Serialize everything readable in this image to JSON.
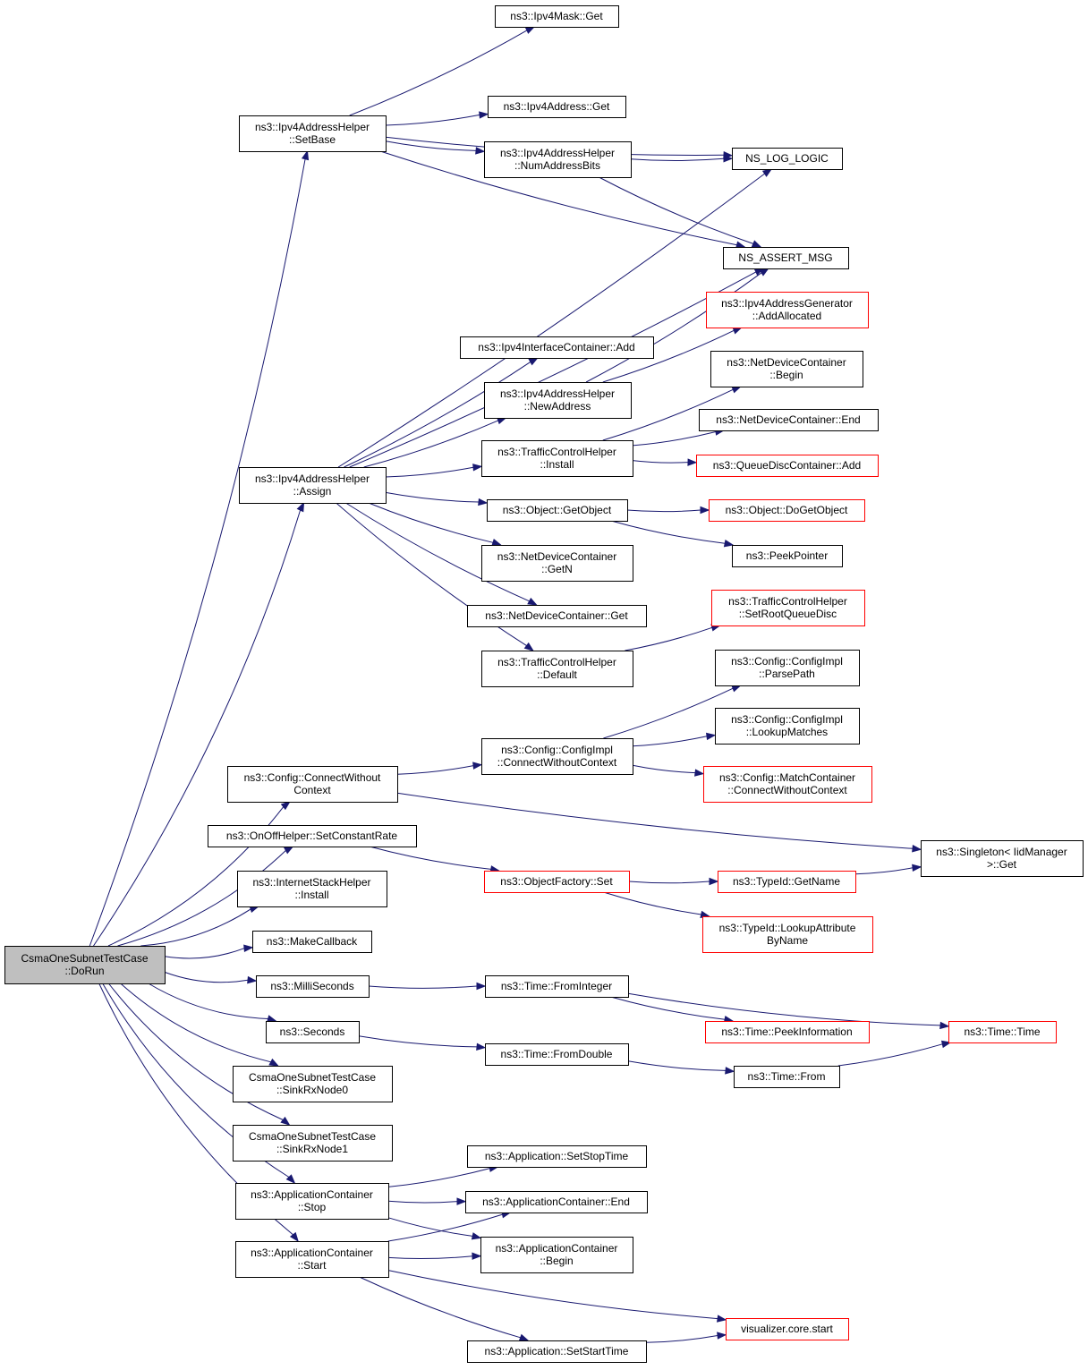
{
  "colors": {
    "edge": "#191970",
    "border": "#000000",
    "border_truncated": "#ff0000",
    "root_fill": "#bfbfbf"
  },
  "nodes": [
    {
      "id": "root",
      "lines": [
        "CsmaOneSubnetTestCase",
        "::DoRun"
      ],
      "style": "root"
    },
    {
      "id": "maskget",
      "lines": [
        "ns3::Ipv4Mask::Get"
      ]
    },
    {
      "id": "setbase",
      "lines": [
        "ns3::Ipv4AddressHelper",
        "::SetBase"
      ]
    },
    {
      "id": "addrget",
      "lines": [
        "ns3::Ipv4Address::Get"
      ]
    },
    {
      "id": "numbits",
      "lines": [
        "ns3::Ipv4AddressHelper",
        "::NumAddressBits"
      ]
    },
    {
      "id": "loglogic",
      "lines": [
        "NS_LOG_LOGIC"
      ]
    },
    {
      "id": "assertmsg",
      "lines": [
        "NS_ASSERT_MSG"
      ]
    },
    {
      "id": "addalloc",
      "lines": [
        "ns3::Ipv4AddressGenerator",
        "::AddAllocated"
      ],
      "style": "red"
    },
    {
      "id": "ifadd",
      "lines": [
        "ns3::Ipv4InterfaceContainer::Add"
      ]
    },
    {
      "id": "ndcbegin",
      "lines": [
        "ns3::NetDeviceContainer",
        "::Begin"
      ]
    },
    {
      "id": "newaddr",
      "lines": [
        "ns3::Ipv4AddressHelper",
        "::NewAddress"
      ]
    },
    {
      "id": "ndcend",
      "lines": [
        "ns3::NetDeviceContainer::End"
      ]
    },
    {
      "id": "tchinstall",
      "lines": [
        "ns3::TrafficControlHelper",
        "::Install"
      ]
    },
    {
      "id": "qdcadd",
      "lines": [
        "ns3::QueueDiscContainer::Add"
      ],
      "style": "red"
    },
    {
      "id": "assign",
      "lines": [
        "ns3::Ipv4AddressHelper",
        "::Assign"
      ]
    },
    {
      "id": "getobject",
      "lines": [
        "ns3::Object::GetObject"
      ]
    },
    {
      "id": "dogetobject",
      "lines": [
        "ns3::Object::DoGetObject"
      ],
      "style": "red"
    },
    {
      "id": "ndcgetn",
      "lines": [
        "ns3::NetDeviceContainer",
        "::GetN"
      ]
    },
    {
      "id": "peekptr",
      "lines": [
        "ns3::PeekPointer"
      ]
    },
    {
      "id": "setrootqd",
      "lines": [
        "ns3::TrafficControlHelper",
        "::SetRootQueueDisc"
      ],
      "style": "red"
    },
    {
      "id": "ndcget",
      "lines": [
        "ns3::NetDeviceContainer::Get"
      ]
    },
    {
      "id": "tchdefault",
      "lines": [
        "ns3::TrafficControlHelper",
        "::Default"
      ]
    },
    {
      "id": "parsepath",
      "lines": [
        "ns3::Config::ConfigImpl",
        "::ParsePath"
      ]
    },
    {
      "id": "lookupmatches",
      "lines": [
        "ns3::Config::ConfigImpl",
        "::LookupMatches"
      ]
    },
    {
      "id": "cfgimplconnect",
      "lines": [
        "ns3::Config::ConfigImpl",
        "::ConnectWithoutContext"
      ]
    },
    {
      "id": "cfgconnect",
      "lines": [
        "ns3::Config::ConnectWithout",
        "Context"
      ]
    },
    {
      "id": "mcconnect",
      "lines": [
        "ns3::Config::MatchContainer",
        "::ConnectWithoutContext"
      ],
      "style": "red"
    },
    {
      "id": "setconstrate",
      "lines": [
        "ns3::OnOffHelper::SetConstantRate"
      ]
    },
    {
      "id": "singletonget",
      "lines": [
        "ns3::Singleton< IidManager",
        ">::Get"
      ]
    },
    {
      "id": "ofset",
      "lines": [
        "ns3::ObjectFactory::Set"
      ],
      "style": "red"
    },
    {
      "id": "getname",
      "lines": [
        "ns3::TypeId::GetName"
      ],
      "style": "red"
    },
    {
      "id": "ishinstall",
      "lines": [
        "ns3::InternetStackHelper",
        "::Install"
      ]
    },
    {
      "id": "lookupattr",
      "lines": [
        "ns3::TypeId::LookupAttribute",
        "ByName"
      ],
      "style": "red"
    },
    {
      "id": "makecallback",
      "lines": [
        "ns3::MakeCallback"
      ]
    },
    {
      "id": "millis",
      "lines": [
        "ns3::MilliSeconds"
      ]
    },
    {
      "id": "frominteger",
      "lines": [
        "ns3::Time::FromInteger"
      ]
    },
    {
      "id": "seconds",
      "lines": [
        "ns3::Seconds"
      ]
    },
    {
      "id": "peekinfo",
      "lines": [
        "ns3::Time::PeekInformation"
      ],
      "style": "red"
    },
    {
      "id": "timetime",
      "lines": [
        "ns3::Time::Time"
      ],
      "style": "red"
    },
    {
      "id": "fromdouble",
      "lines": [
        "ns3::Time::FromDouble"
      ]
    },
    {
      "id": "sinkrx0",
      "lines": [
        "CsmaOneSubnetTestCase",
        "::SinkRxNode0"
      ]
    },
    {
      "id": "timefrom",
      "lines": [
        "ns3::Time::From"
      ]
    },
    {
      "id": "sinkrx1",
      "lines": [
        "CsmaOneSubnetTestCase",
        "::SinkRxNode1"
      ]
    },
    {
      "id": "setstoptime",
      "lines": [
        "ns3::Application::SetStopTime"
      ]
    },
    {
      "id": "acstop",
      "lines": [
        "ns3::ApplicationContainer",
        "::Stop"
      ]
    },
    {
      "id": "acend",
      "lines": [
        "ns3::ApplicationContainer::End"
      ]
    },
    {
      "id": "acbegin",
      "lines": [
        "ns3::ApplicationContainer",
        "::Begin"
      ]
    },
    {
      "id": "acstart",
      "lines": [
        "ns3::ApplicationContainer",
        "::Start"
      ]
    },
    {
      "id": "vizstart",
      "lines": [
        "visualizer.core.start"
      ],
      "style": "red"
    },
    {
      "id": "setstarttime",
      "lines": [
        "ns3::Application::SetStartTime"
      ]
    }
  ],
  "edges": [
    [
      "root",
      "setbase"
    ],
    [
      "root",
      "assign"
    ],
    [
      "root",
      "cfgconnect"
    ],
    [
      "root",
      "setconstrate"
    ],
    [
      "root",
      "ishinstall"
    ],
    [
      "root",
      "makecallback"
    ],
    [
      "root",
      "millis"
    ],
    [
      "root",
      "seconds"
    ],
    [
      "root",
      "sinkrx0"
    ],
    [
      "root",
      "sinkrx1"
    ],
    [
      "root",
      "acstop"
    ],
    [
      "root",
      "acstart"
    ],
    [
      "setbase",
      "maskget"
    ],
    [
      "setbase",
      "loglogic"
    ],
    [
      "setbase",
      "addrget"
    ],
    [
      "setbase",
      "numbits"
    ],
    [
      "setbase",
      "assertmsg"
    ],
    [
      "numbits",
      "loglogic"
    ],
    [
      "numbits",
      "assertmsg"
    ],
    [
      "assign",
      "loglogic"
    ],
    [
      "assign",
      "assertmsg"
    ],
    [
      "assign",
      "ifadd"
    ],
    [
      "assign",
      "newaddr"
    ],
    [
      "assign",
      "tchinstall"
    ],
    [
      "assign",
      "getobject"
    ],
    [
      "assign",
      "ndcgetn"
    ],
    [
      "assign",
      "ndcget"
    ],
    [
      "assign",
      "tchdefault"
    ],
    [
      "newaddr",
      "assertmsg"
    ],
    [
      "newaddr",
      "addalloc"
    ],
    [
      "tchinstall",
      "ndcbegin"
    ],
    [
      "tchinstall",
      "ndcend"
    ],
    [
      "tchinstall",
      "qdcadd"
    ],
    [
      "getobject",
      "dogetobject"
    ],
    [
      "getobject",
      "peekptr"
    ],
    [
      "tchdefault",
      "setrootqd"
    ],
    [
      "cfgconnect",
      "cfgimplconnect"
    ],
    [
      "cfgconnect",
      "singletonget"
    ],
    [
      "cfgimplconnect",
      "parsepath"
    ],
    [
      "cfgimplconnect",
      "lookupmatches"
    ],
    [
      "cfgimplconnect",
      "mcconnect"
    ],
    [
      "setconstrate",
      "ofset"
    ],
    [
      "ofset",
      "getname"
    ],
    [
      "ofset",
      "lookupattr"
    ],
    [
      "getname",
      "singletonget"
    ],
    [
      "millis",
      "frominteger"
    ],
    [
      "frominteger",
      "timetime"
    ],
    [
      "frominteger",
      "peekinfo"
    ],
    [
      "seconds",
      "fromdouble"
    ],
    [
      "fromdouble",
      "timefrom"
    ],
    [
      "timefrom",
      "timetime"
    ],
    [
      "acstop",
      "setstoptime"
    ],
    [
      "acstop",
      "acend"
    ],
    [
      "acstop",
      "acbegin"
    ],
    [
      "acstart",
      "acend"
    ],
    [
      "acstart",
      "acbegin"
    ],
    [
      "acstart",
      "vizstart"
    ],
    [
      "acstart",
      "setstarttime"
    ],
    [
      "setstarttime",
      "vizstart"
    ]
  ]
}
